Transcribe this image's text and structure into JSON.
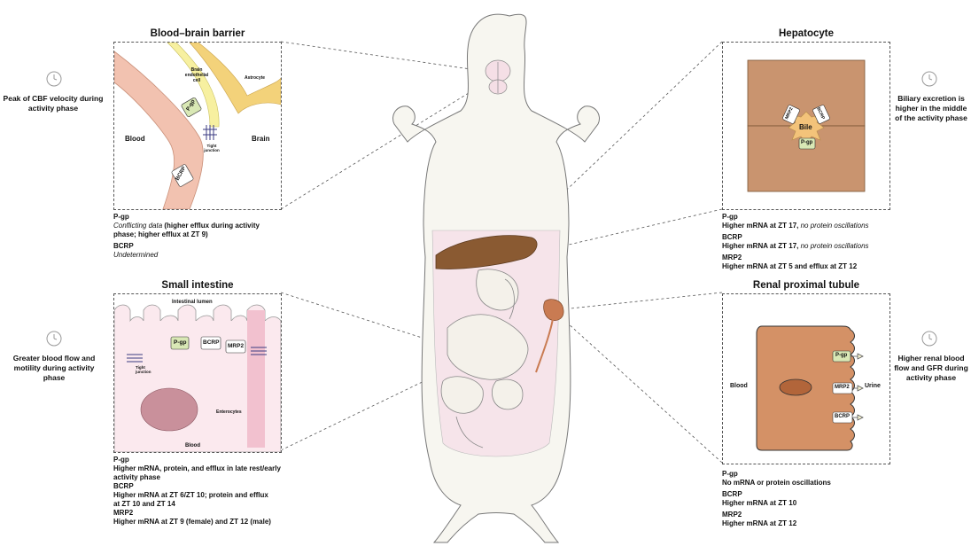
{
  "bbb": {
    "title": "Blood–brain barrier",
    "clock_text": "Peak of CBF velocity during activity phase",
    "labels": {
      "endothelial": "Brain endothelial cell",
      "astrocyte": "Astrocyte",
      "blood": "Blood",
      "brain": "Brain",
      "pgp": "P-gp",
      "tight": "Tight junction",
      "bcrp": "BCRP"
    },
    "notes": {
      "pgp_head": "P-gp",
      "pgp_line1_italic": "Conflicting data",
      "pgp_line1_bold": " (higher efflux during activity",
      "pgp_line2": "phase; higher efflux at ZT 9)",
      "bcrp_head": "BCRP",
      "bcrp_line": "Undetermined"
    }
  },
  "hepatocyte": {
    "title": "Hepatocyte",
    "clock_text": "Biliary excretion is higher in the middle of the activity phase",
    "labels": {
      "bile": "Bile",
      "mrp2": "MRP2",
      "bcrp": "BCRP",
      "pgp": "P-gp"
    },
    "notes": {
      "pgp_head": "P-gp",
      "pgp_bold": "Higher mRNA at ZT 17, ",
      "pgp_italic": "no protein oscillations",
      "bcrp_head": "BCRP",
      "bcrp_bold": "Higher mRNA at ZT 17, ",
      "bcrp_italic": "no protein oscillations",
      "mrp2_head": "MRP2",
      "mrp2_line": "Higher mRNA at ZT 5 and efflux at ZT 12"
    }
  },
  "intestine": {
    "title": "Small intestine",
    "clock_text": "Greater blood flow and motility during activity phase",
    "labels": {
      "lumen": "Intestinal lumen",
      "pgp": "P-gp",
      "bcrp": "BCRP",
      "mrp2": "MRP2",
      "tight": "Tight junction",
      "enterocytes": "Enterocytes",
      "blood": "Blood"
    },
    "notes": {
      "pgp_head": "P-gp",
      "pgp_l1": "Higher mRNA, protein, and efflux in late rest/early",
      "pgp_l2": "activity phase",
      "bcrp_head": "BCRP",
      "bcrp_l1": "Higher mRNA at ZT 6/ZT 10; protein and efflux",
      "bcrp_l2": "at ZT 10 and ZT 14",
      "mrp2_head": "MRP2",
      "mrp2_l1": "Higher mRNA at ZT 9 (female) and ZT 12 (male)"
    }
  },
  "renal": {
    "title": "Renal proximal tubule",
    "clock_text": "Higher renal blood flow and GFR during activity phase",
    "labels": {
      "blood": "Blood",
      "urine": "Urine",
      "pgp": "P-gp",
      "mrp2": "MRP2",
      "bcrp": "BCRP"
    },
    "notes": {
      "pgp_head": "P-gp",
      "pgp_line": "No mRNA or protein oscillations",
      "bcrp_head": "BCRP",
      "bcrp_line": "Higher mRNA at ZT 10",
      "mrp2_head": "MRP2",
      "mrp2_line": "Higher mRNA at ZT 12"
    }
  },
  "colors": {
    "endothelium": "#f2c2b0",
    "liver_cell": "#c9946f",
    "bile": "#f3c37a",
    "pgp_box": "#d9e8b5",
    "renal_cell": "#d49166",
    "intestine_bg": "#fbe9ee",
    "astrocyte": "#f3d27a"
  },
  "icons": [
    "clock-icon"
  ]
}
